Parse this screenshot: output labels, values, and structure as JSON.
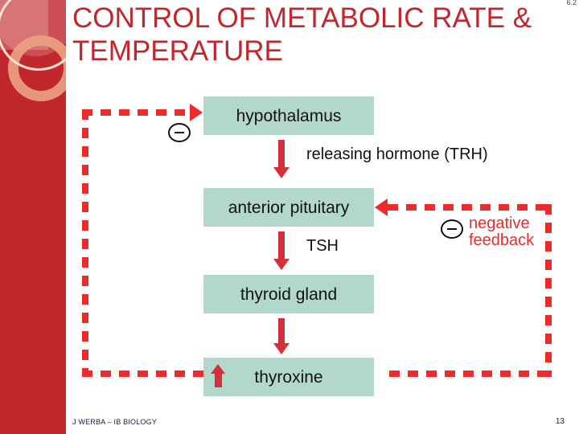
{
  "slide": {
    "title": "CONTROL OF METABOLIC RATE & TEMPERATURE",
    "corner_note": "6.2",
    "background_color": "#ffffff",
    "accent_color": "#c1272d",
    "arrow_color": "#d4303a",
    "dashed_color": "#ee2a2a",
    "node_fill_color": "#b2d8cc"
  },
  "diagram": {
    "type": "flowchart",
    "nodes": [
      {
        "id": "hypothalamus",
        "label": "hypothalamus"
      },
      {
        "id": "anterior-pituitary",
        "label": "anterior pituitary"
      },
      {
        "id": "thyroid-gland",
        "label": "thyroid gland"
      },
      {
        "id": "thyroxine",
        "label": "thyroxine",
        "indicator": "up-arrow"
      }
    ],
    "hormone_labels": [
      {
        "id": "trh",
        "label": "releasing hormone (TRH)"
      },
      {
        "id": "tsh",
        "label": "TSH"
      }
    ],
    "feedback": {
      "label_line1": "negative",
      "label_line2": "feedback",
      "minus_symbol": "−",
      "loops": [
        {
          "id": "left-loop",
          "from": "thyroxine",
          "to": "hypothalamus",
          "sign": "negative"
        },
        {
          "id": "right-loop",
          "from": "thyroxine",
          "to": "anterior-pituitary",
          "sign": "negative"
        }
      ]
    }
  },
  "footer": {
    "author": "J WERBA – IB BIOLOGY",
    "page_number": "13"
  }
}
